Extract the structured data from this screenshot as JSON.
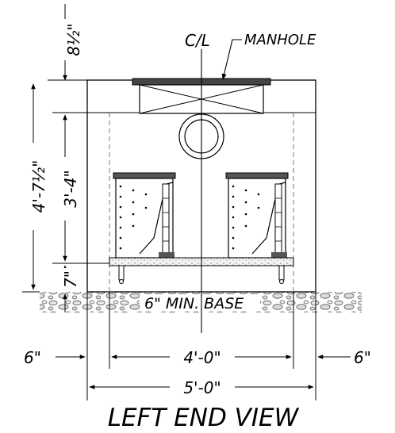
{
  "drawing": {
    "title": "LEFT END VIEW",
    "centerline_label": "C/L",
    "manhole_label": "MANHOLE",
    "base_label": "6\" MIN. BASE"
  },
  "dimensions": {
    "top_offset": "8½\"",
    "total_height": "4'-7½\"",
    "inner_height": "3'-4\"",
    "base_height": "7\"",
    "left_offset": "6\"",
    "right_offset": "6\"",
    "inner_width": "4'-0\"",
    "outer_width": "5'-0\""
  }
}
